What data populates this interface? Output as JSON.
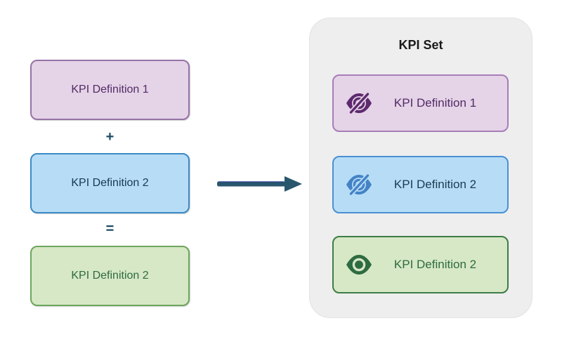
{
  "diagram": {
    "left_stack": {
      "boxes": [
        {
          "label": "KPI Definition 1",
          "fill": "#e5d3e7",
          "border": "#9673a6",
          "text_color": "#512b66"
        },
        {
          "label": "KPI Definition 2",
          "fill": "#b7ddf6",
          "border": "#3b8ac4",
          "text_color": "#16394f"
        },
        {
          "label": "KPI Definition 2",
          "fill": "#d7e8c6",
          "border": "#6da65d",
          "text_color": "#2d6b40"
        }
      ],
      "plus_symbol": "+",
      "equals_symbol": "=",
      "operator_color": "#1d4b63"
    },
    "arrow": {
      "direction": "right",
      "color": "#27566d"
    },
    "kpi_set": {
      "title": "KPI Set",
      "title_color": "#1a1a1a",
      "background": "#eeeeee",
      "items": [
        {
          "label": "KPI Definition 1",
          "icon": "eye-slash-icon",
          "fill": "#e5d3e7",
          "border": "#a87db8",
          "icon_color": "#5d2a6e",
          "text_color": "#512b66"
        },
        {
          "label": "KPI Definition 2",
          "icon": "eye-slash-icon",
          "fill": "#b7ddf6",
          "border": "#4a90d2",
          "icon_color": "#4583c6",
          "text_color": "#1b3a52"
        },
        {
          "label": "KPI Definition 2",
          "icon": "eye-icon",
          "fill": "#d7e8c6",
          "border": "#3e7c47",
          "icon_color": "#2e6b40",
          "text_color": "#2d6b40"
        }
      ]
    }
  }
}
